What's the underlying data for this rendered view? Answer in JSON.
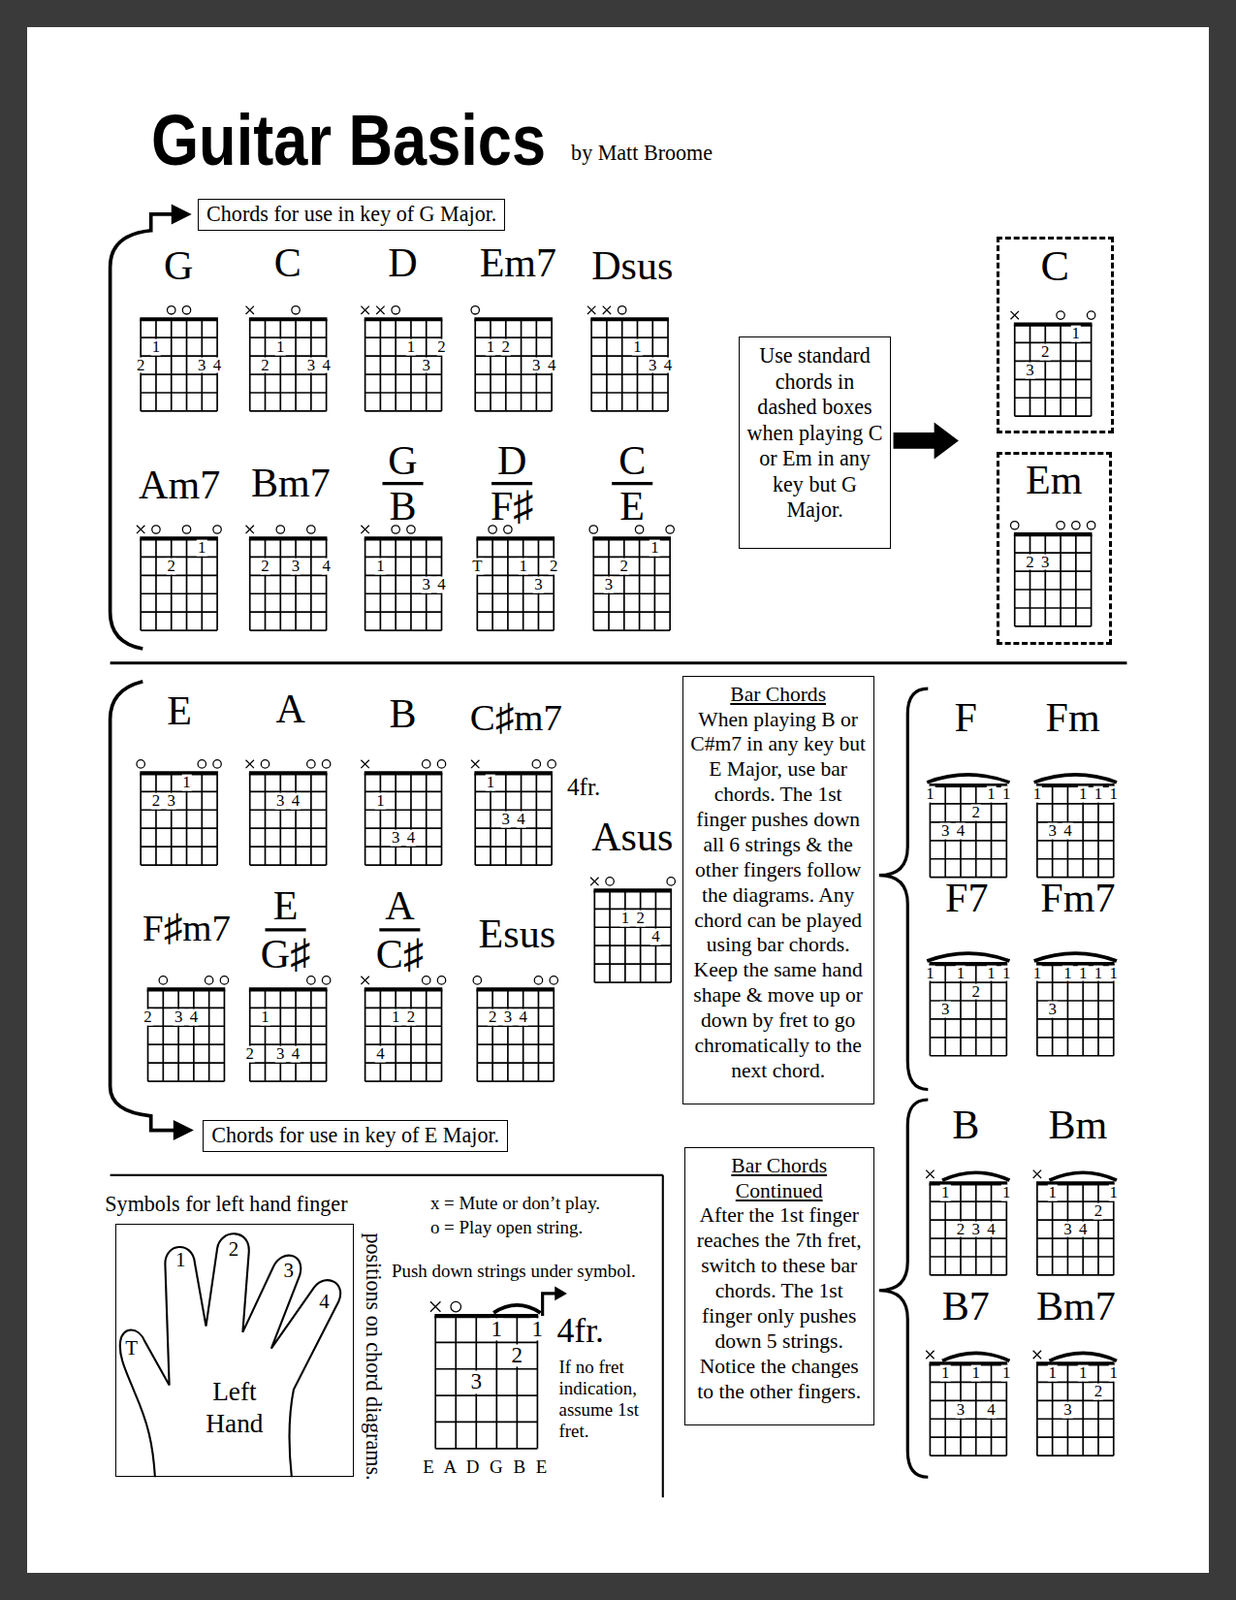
{
  "diagram": {
    "title": "Guitar Basics",
    "nodes": [
      {
        "text": [
          "Chords for use in key of G Major."
        ]
      },
      {
        "text": [
          "Use standard chords in dashed boxes when playing C or Em in any key but G Major."
        ]
      },
      {
        "text": [
          "C"
        ]
      },
      {
        "text": [
          "Em"
        ]
      },
      {
        "text": [
          "Bar Chords",
          "When playing B or C#m7 in any key but E Major, use bar chords. The 1st finger pushes down all 6 strings & the other fingers follow the diagrams. Any chord can be played using bar chords. Keep the same hand shape & move up or down by fret to go chromatically to the next chord."
        ]
      },
      {
        "text": [
          "Chords for use in key of E Major."
        ]
      },
      {
        "text": [
          "Left Hand"
        ]
      },
      {
        "text": [
          "Bar Chords Continued",
          "After the 1st finger reaches the 7th fret, switch to these bar chords. The 1st finger only pushes down 5 strings. Notice the changes to the other fingers."
        ]
      }
    ],
    "labels": [
      "by Matt Broome",
      "G",
      "1",
      "2",
      "3",
      "4",
      "C",
      "1",
      "2",
      "3",
      "4",
      "D",
      "1",
      "2",
      "3",
      "Em7",
      "1",
      "2",
      "3",
      "4",
      "Dsus",
      "1",
      "3",
      "4",
      "Am7",
      "2",
      "1",
      "Bm7",
      "2",
      "3",
      "4",
      "G",
      "B",
      "1",
      "3",
      "4",
      "D",
      "F♯",
      "T",
      "1",
      "2",
      "3",
      "C",
      "E",
      "1",
      "2",
      "3",
      "1",
      "2",
      "3",
      "2",
      "3",
      "E",
      "1",
      "2",
      "3",
      "A",
      "3",
      "4",
      "B",
      "1",
      "3",
      "4",
      "C♯m7",
      "1",
      "3",
      "4",
      "4fr.",
      "Asus",
      "1",
      "2",
      "4",
      "F♯m7",
      "2",
      "3",
      "4",
      "E",
      "G♯",
      "1",
      "2",
      "3",
      "4",
      "A",
      "C♯",
      "1",
      "2",
      "4",
      "Esus",
      "2",
      "3",
      "4",
      "F",
      "1",
      "1",
      "1",
      "2",
      "3",
      "4",
      "Fm",
      "1",
      "1",
      "1",
      "1",
      "3",
      "4",
      "F7",
      "1",
      "1",
      "1",
      "1",
      "2",
      "3",
      "Fm7",
      "1",
      "1",
      "1",
      "1",
      "1",
      "3",
      "B",
      "1",
      "1",
      "2",
      "3",
      "4",
      "Bm",
      "1",
      "1",
      "2",
      "3",
      "4",
      "B7",
      "1",
      "1",
      "1",
      "3",
      "4",
      "Bm7",
      "1",
      "1",
      "1",
      "2",
      "3",
      "Symbols for left hand finger",
      "positions on chord diagrams.",
      "1",
      "2",
      "3",
      "4",
      "T",
      "x = Mute or don’t play.",
      "o = Play open string.",
      "Push down strings under symbol.",
      "1",
      "1",
      "2",
      "3",
      "4fr.",
      "If no fret indication, assume 1st fret.",
      "E A D G B E"
    ]
  }
}
